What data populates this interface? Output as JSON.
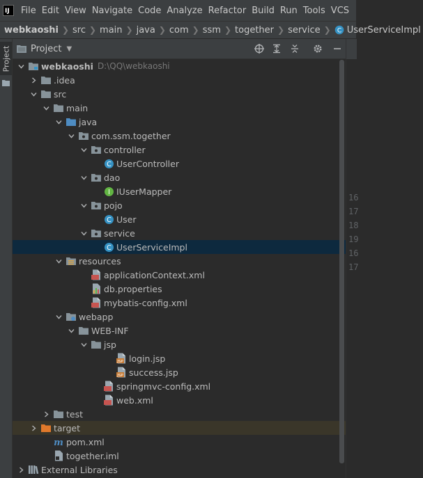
{
  "menubar": {
    "logo": "IJ",
    "items": [
      "File",
      "Edit",
      "View",
      "Navigate",
      "Code",
      "Analyze",
      "Refactor",
      "Build",
      "Run",
      "Tools",
      "VCS"
    ]
  },
  "breadcrumbs": [
    "webkaoshi",
    "src",
    "main",
    "java",
    "com",
    "ssm",
    "together",
    "service",
    "UserServiceImpl"
  ],
  "side_tab": "Project",
  "panel": {
    "title": "Project"
  },
  "gutter_numbers": [
    "16",
    "17",
    "18",
    "19",
    "16",
    "17"
  ],
  "tree": [
    {
      "label": "webkaoshi",
      "hint": "D:\\QQ\\webkaoshi",
      "bold": true,
      "icon": "module-folder-icon",
      "arrow": "down",
      "level": 0
    },
    {
      "label": ".idea",
      "icon": "folder-icon",
      "arrow": "right",
      "level": 1
    },
    {
      "label": "src",
      "icon": "folder-icon",
      "arrow": "down",
      "level": 1
    },
    {
      "label": "main",
      "icon": "folder-icon",
      "arrow": "down",
      "level": 2
    },
    {
      "label": "java",
      "icon": "source-folder-icon",
      "arrow": "down",
      "level": 3
    },
    {
      "label": "com.ssm.together",
      "icon": "package-icon",
      "arrow": "down",
      "level": 4
    },
    {
      "label": "controller",
      "icon": "package-icon",
      "arrow": "down",
      "level": 5
    },
    {
      "label": "UserController",
      "icon": "class-icon",
      "arrow": "none",
      "level": 6
    },
    {
      "label": "dao",
      "icon": "package-icon",
      "arrow": "down",
      "level": 5
    },
    {
      "label": "IUserMapper",
      "icon": "interface-icon",
      "arrow": "none",
      "level": 6
    },
    {
      "label": "pojo",
      "icon": "package-icon",
      "arrow": "down",
      "level": 5
    },
    {
      "label": "User",
      "icon": "class-icon",
      "arrow": "none",
      "level": 6
    },
    {
      "label": "service",
      "icon": "package-icon",
      "arrow": "down",
      "level": 5
    },
    {
      "label": "UserServiceImpl",
      "icon": "class-icon",
      "arrow": "none",
      "level": 6,
      "selected": true
    },
    {
      "label": "resources",
      "icon": "resources-folder-icon",
      "arrow": "down",
      "level": 3
    },
    {
      "label": "applicationContext.xml",
      "icon": "spring-xml-icon",
      "arrow": "none",
      "level": 5
    },
    {
      "label": "db.properties",
      "icon": "properties-icon",
      "arrow": "none",
      "level": 5
    },
    {
      "label": "mybatis-config.xml",
      "icon": "xml-icon",
      "arrow": "none",
      "level": 5
    },
    {
      "label": "webapp",
      "icon": "web-folder-icon",
      "arrow": "down",
      "level": 3
    },
    {
      "label": "WEB-INF",
      "icon": "folder-icon",
      "arrow": "down",
      "level": 4
    },
    {
      "label": "jsp",
      "icon": "folder-icon",
      "arrow": "down",
      "level": 5
    },
    {
      "label": "login.jsp",
      "icon": "jsp-icon",
      "arrow": "none",
      "level": 7
    },
    {
      "label": "success.jsp",
      "icon": "jsp-icon",
      "arrow": "none",
      "level": 7
    },
    {
      "label": "springmvc-config.xml",
      "icon": "spring-xml-icon",
      "arrow": "none",
      "level": 6
    },
    {
      "label": "web.xml",
      "icon": "web-xml-icon",
      "arrow": "none",
      "level": 6
    },
    {
      "label": "test",
      "icon": "folder-icon",
      "arrow": "right",
      "level": 2
    },
    {
      "label": "target",
      "icon": "excluded-folder-icon",
      "arrow": "right",
      "level": 1,
      "excluded": true
    },
    {
      "label": "pom.xml",
      "icon": "maven-icon",
      "arrow": "none",
      "level": 2
    },
    {
      "label": "together.iml",
      "icon": "iml-icon",
      "arrow": "none",
      "level": 2
    },
    {
      "label": "External Libraries",
      "icon": "libraries-icon",
      "arrow": "right",
      "level": 0
    }
  ]
}
